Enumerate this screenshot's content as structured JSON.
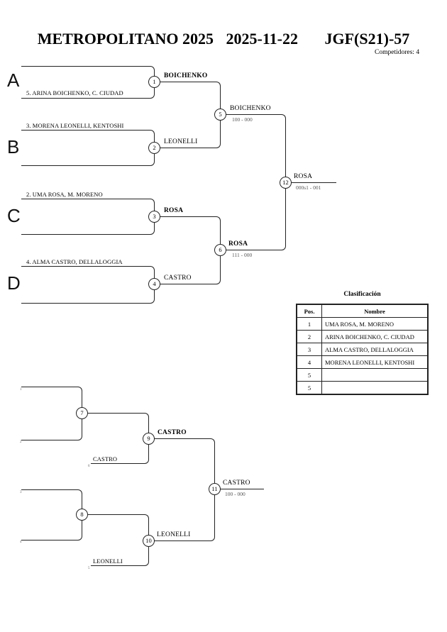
{
  "header": {
    "event": "METROPOLITANO 2025",
    "date": "2025-11-22",
    "category": "JGF(S21)-57",
    "competitors": "Competidores: 4"
  },
  "colors": {
    "line": "#222222",
    "score_text": "#555555"
  },
  "main_bracket": {
    "pools": [
      {
        "letter": "A",
        "top_name": "",
        "bottom_name": "5. ARINA BOICHENKO, C. CIUDAD"
      },
      {
        "letter": "B",
        "top_name": "3. MORENA LEONELLI, KENTOSHI",
        "bottom_name": ""
      },
      {
        "letter": "C",
        "top_name": "2. UMA ROSA, M. MORENO",
        "bottom_name": ""
      },
      {
        "letter": "D",
        "top_name": "4. ALMA CASTRO, DELLALOGGIA",
        "bottom_name": ""
      }
    ],
    "matches": {
      "m1": {
        "number": "1",
        "winner": "BOICHENKO"
      },
      "m2": {
        "number": "2",
        "winner": "LEONELLI"
      },
      "m3": {
        "number": "3",
        "winner": "ROSA"
      },
      "m4": {
        "number": "4",
        "winner": "CASTRO"
      },
      "m5": {
        "number": "5",
        "winner": "BOICHENKO",
        "score": "100 - 000"
      },
      "m6": {
        "number": "6",
        "winner": "ROSA",
        "score": "111 - 000"
      },
      "m12": {
        "number": "12",
        "winner": "ROSA",
        "score": "000s1 - 001"
      }
    }
  },
  "repechage": {
    "upper": {
      "line1_ref": "1",
      "line2_ref": "2",
      "feeder_ref": "6",
      "feeder_name": "CASTRO"
    },
    "lower": {
      "line1_ref": "3",
      "line2_ref": "4",
      "feeder_ref": "5",
      "feeder_name": "LEONELLI"
    },
    "matches": {
      "m7": {
        "number": "7"
      },
      "m8": {
        "number": "8"
      },
      "m9": {
        "number": "9",
        "winner": "CASTRO"
      },
      "m10": {
        "number": "10",
        "winner": "LEONELLI"
      },
      "m11": {
        "number": "11",
        "winner": "CASTRO",
        "score": "100 - 000"
      }
    }
  },
  "classification": {
    "title": "Clasificación",
    "columns": [
      "Pos.",
      "Nombre"
    ],
    "rows": [
      {
        "pos": "1",
        "name": "UMA ROSA, M. MORENO"
      },
      {
        "pos": "2",
        "name": "ARINA BOICHENKO, C. CIUDAD"
      },
      {
        "pos": "3",
        "name": "ALMA CASTRO, DELLALOGGIA"
      },
      {
        "pos": "4",
        "name": "MORENA LEONELLI, KENTOSHI"
      },
      {
        "pos": "5",
        "name": ""
      },
      {
        "pos": "5",
        "name": ""
      }
    ]
  }
}
